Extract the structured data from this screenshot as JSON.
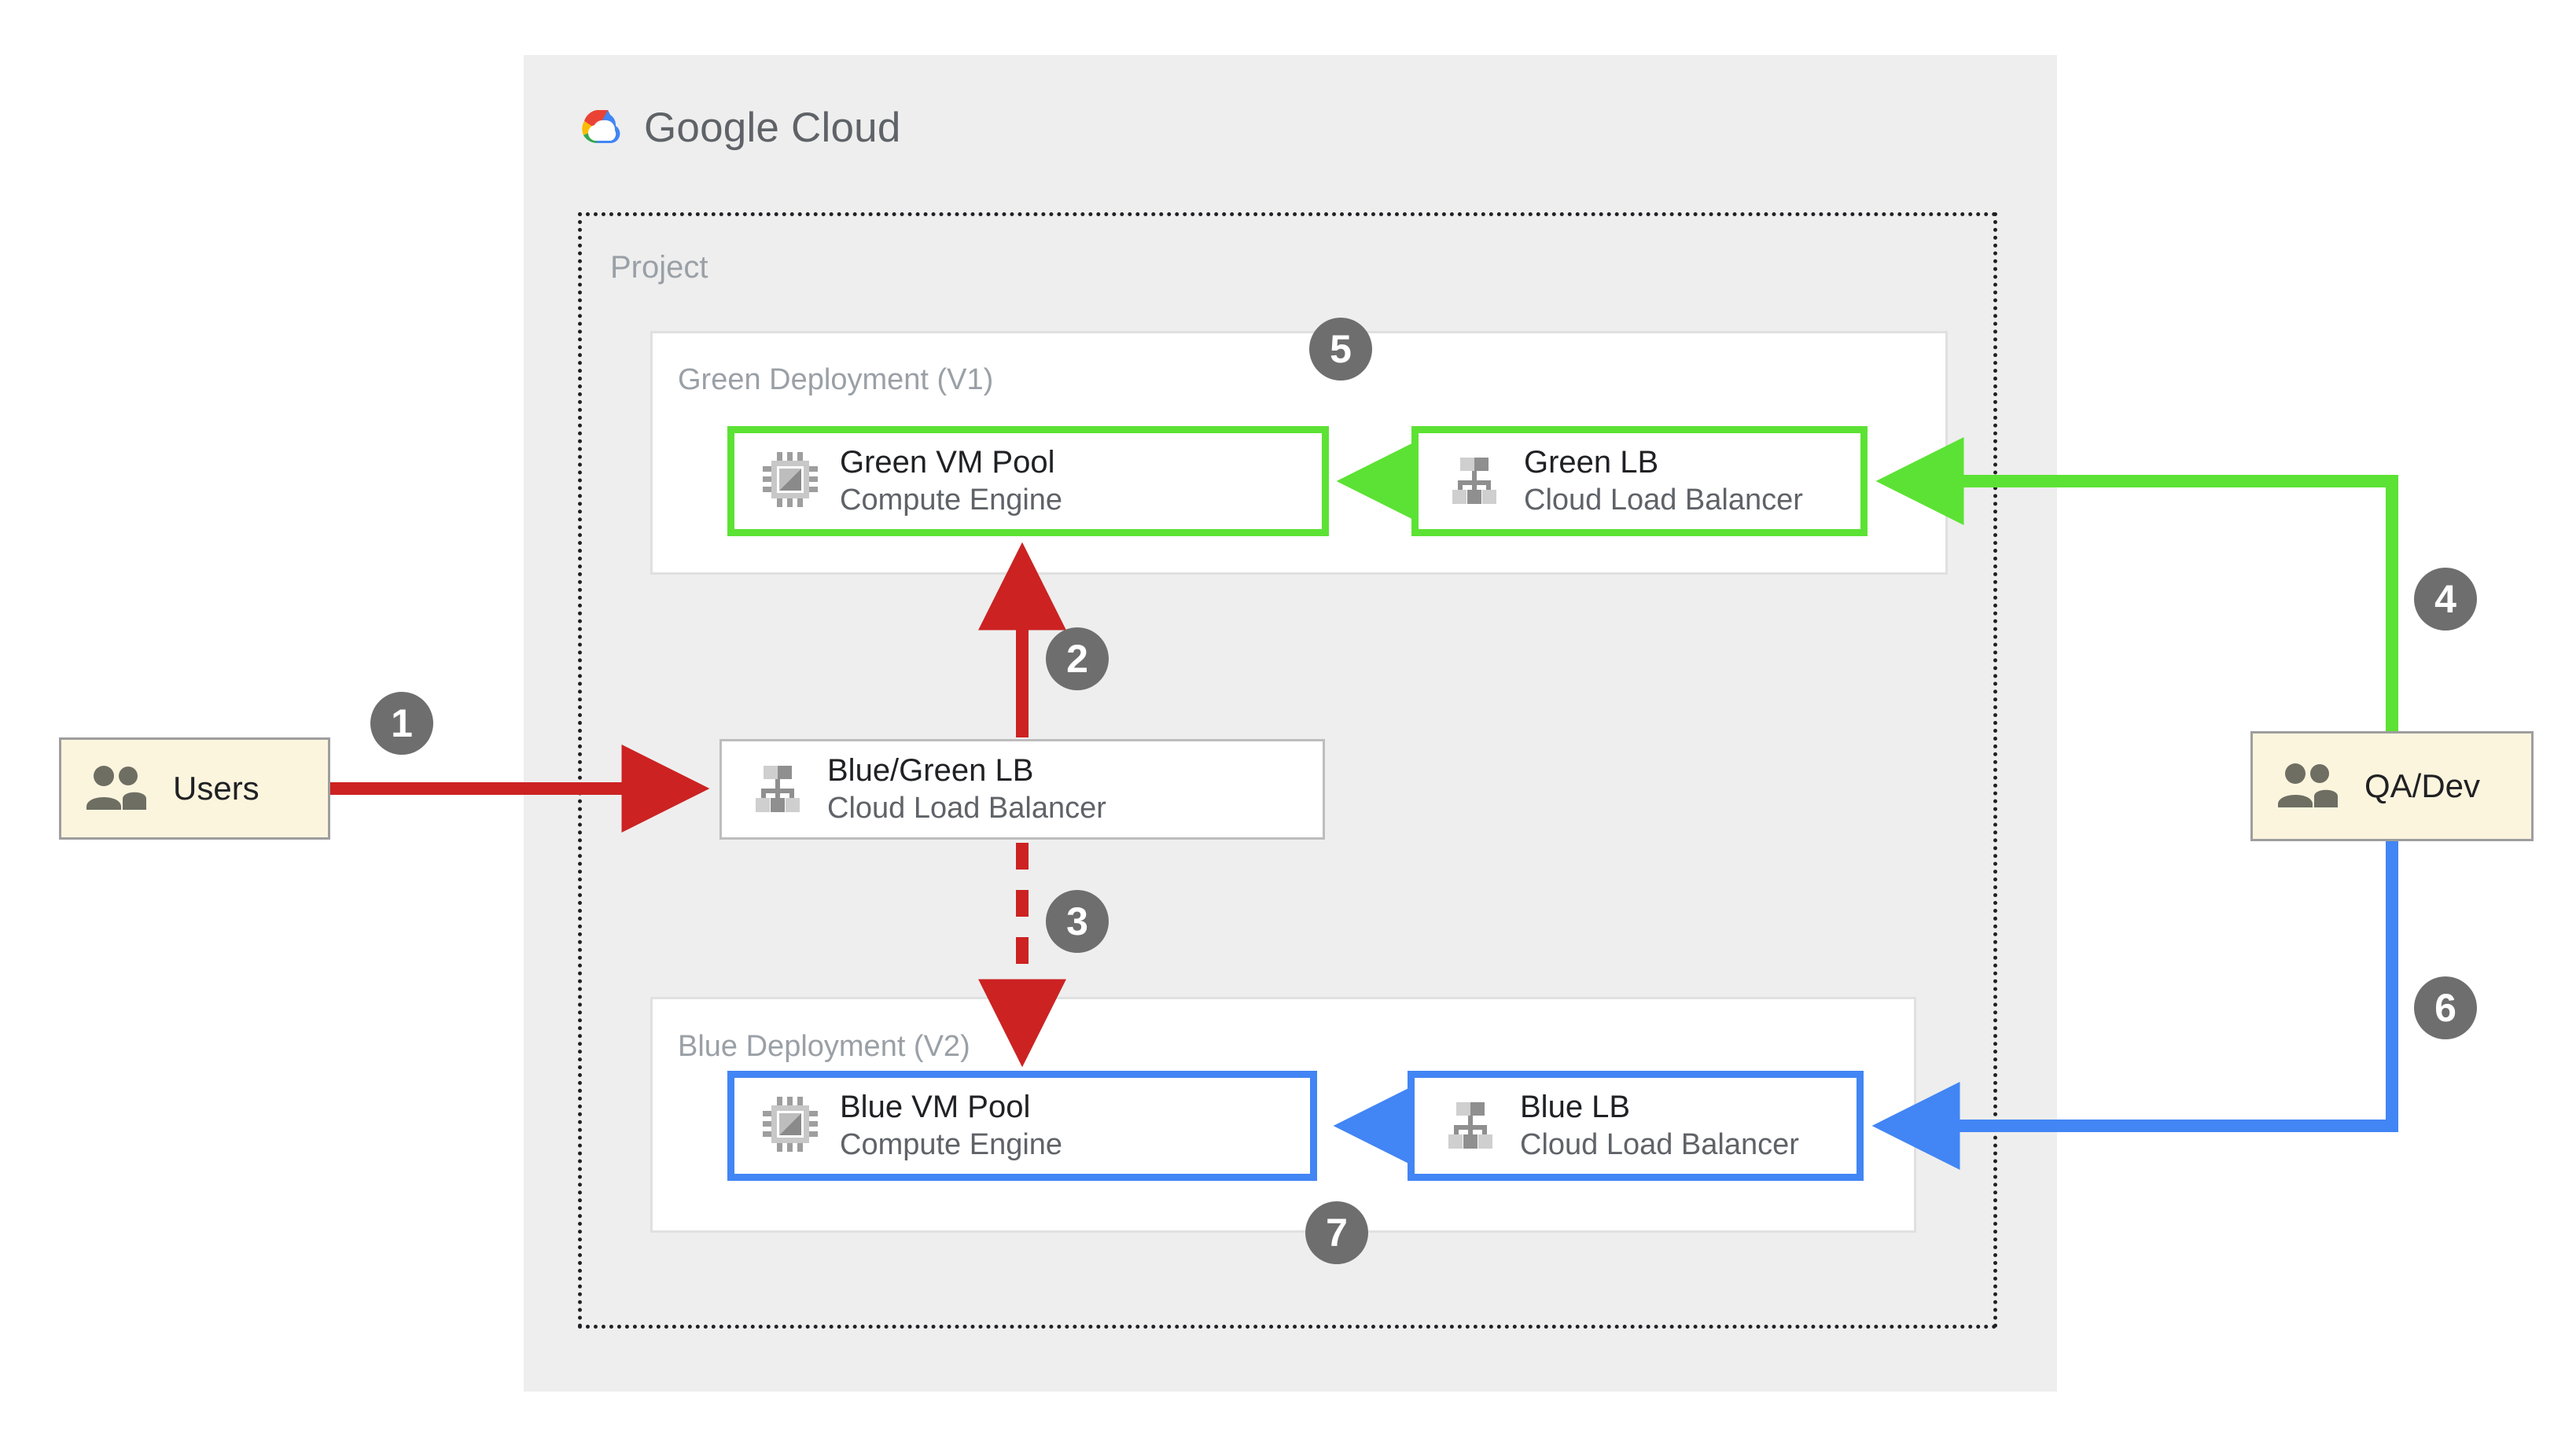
{
  "cloud": {
    "brand_primary": "Google",
    "brand_secondary": "Cloud",
    "logo_icon": "google-cloud-logo-icon"
  },
  "project": {
    "label": "Project"
  },
  "groups": {
    "green": {
      "label": "Green Deployment (V1)",
      "color": "#5ce234"
    },
    "blue": {
      "label": "Blue Deployment (V2)",
      "color": "#4285f4"
    }
  },
  "nodes": {
    "green_vm": {
      "title": "Green VM Pool",
      "subtitle": "Compute Engine",
      "icon": "cpu-chip-icon",
      "border_color": "#5ce234"
    },
    "green_lb": {
      "title": "Green LB",
      "subtitle": "Cloud Load Balancer",
      "icon": "load-balancer-icon",
      "border_color": "#5ce234"
    },
    "bluegreen_lb": {
      "title": "Blue/Green LB",
      "subtitle": "Cloud Load Balancer",
      "icon": "load-balancer-icon",
      "border_color": "#bdbdbd"
    },
    "blue_vm": {
      "title": "Blue VM Pool",
      "subtitle": "Compute Engine",
      "icon": "cpu-chip-icon",
      "border_color": "#4285f4"
    },
    "blue_lb": {
      "title": "Blue LB",
      "subtitle": "Cloud Load Balancer",
      "icon": "load-balancer-icon",
      "border_color": "#4285f4"
    }
  },
  "actors": {
    "users": {
      "label": "Users",
      "icon": "people-icon",
      "fill": "#fcf5de"
    },
    "qa_dev": {
      "label": "QA/Dev",
      "icon": "people-icon",
      "fill": "#fcf5de"
    }
  },
  "steps": [
    {
      "number": "1",
      "color": "#6e6e6e"
    },
    {
      "number": "2",
      "color": "#6e6e6e"
    },
    {
      "number": "3",
      "color": "#6e6e6e"
    },
    {
      "number": "4",
      "color": "#6e6e6e"
    },
    {
      "number": "5",
      "color": "#6e6e6e"
    },
    {
      "number": "6",
      "color": "#6e6e6e"
    },
    {
      "number": "7",
      "color": "#6e6e6e"
    }
  ],
  "flows": {
    "users_to_bluegreen_lb": {
      "step": "1",
      "color": "#cc2222",
      "style": "solid"
    },
    "bluegreen_lb_to_green_vm": {
      "step": "2",
      "color": "#cc2222",
      "style": "solid"
    },
    "bluegreen_lb_to_blue_vm": {
      "step": "3",
      "color": "#cc2222",
      "style": "dashed"
    },
    "qa_dev_to_green_lb": {
      "step": "4",
      "color": "#5ce234",
      "style": "solid"
    },
    "green_lb_to_green_vm": {
      "step": "5",
      "color": "#5ce234",
      "style": "solid"
    },
    "qa_dev_to_blue_lb": {
      "step": "6",
      "color": "#4285f4",
      "style": "solid"
    },
    "blue_lb_to_blue_vm": {
      "step": "7",
      "color": "#4285f4",
      "style": "solid"
    }
  }
}
